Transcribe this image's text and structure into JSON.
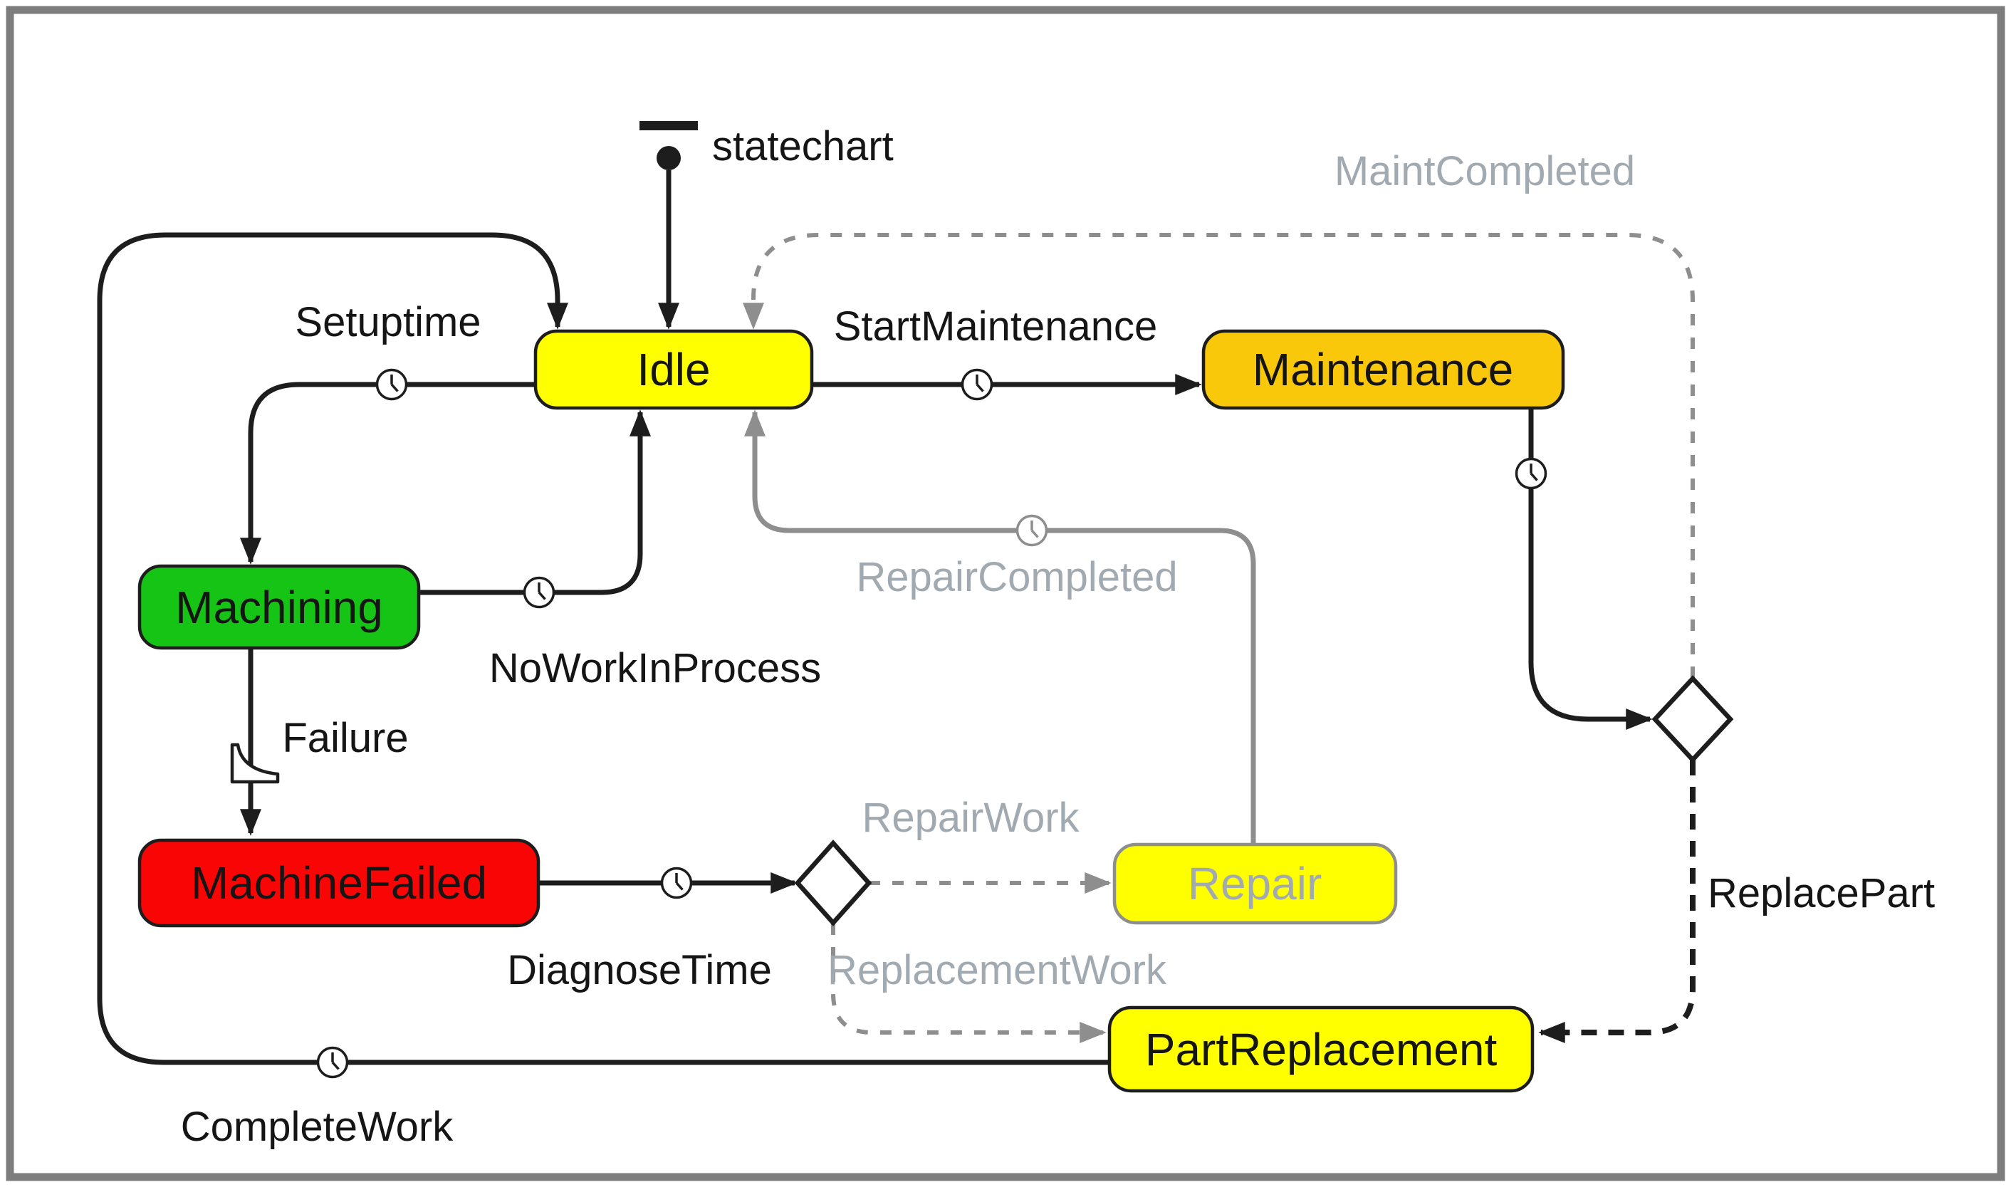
{
  "colors": {
    "ink": "#1d1d1d",
    "ink-text": "#151515",
    "gray-line": "#8e8e8e",
    "muted-text": "#a2aab1",
    "frame": "#7d7d7d",
    "yellow": "#ffff00",
    "amber": "#fac80a",
    "green": "#16c416",
    "red": "#f90505",
    "white": "#ffffff"
  },
  "statechart": {
    "entry_label": "statechart"
  },
  "states": {
    "idle": {
      "label": "Idle"
    },
    "maintenance": {
      "label": "Maintenance"
    },
    "machining": {
      "label": "Machining"
    },
    "machine_failed": {
      "label": "MachineFailed"
    },
    "repair": {
      "label": "Repair"
    },
    "part_replacement": {
      "label": "PartReplacement"
    }
  },
  "transitions": {
    "setuptime": {
      "label": "Setuptime",
      "icon": "clock-icon"
    },
    "start_maintenance": {
      "label": "StartMaintenance",
      "icon": "clock-icon"
    },
    "no_work_in_process": {
      "label": "NoWorkInProcess",
      "icon": "clock-icon"
    },
    "failure": {
      "label": "Failure",
      "icon": "rate-icon"
    },
    "diagnose_time": {
      "label": "DiagnoseTime",
      "icon": "clock-icon"
    },
    "repair_work": {
      "label": "RepairWork",
      "icon": "none"
    },
    "replacement_work": {
      "label": "ReplacementWork",
      "icon": "none"
    },
    "repair_completed": {
      "label": "RepairCompleted",
      "icon": "clock-icon"
    },
    "maint_completed": {
      "label": "MaintCompleted",
      "icon": "none"
    },
    "replace_part": {
      "label": "ReplacePart",
      "icon": "none"
    },
    "complete_work": {
      "label": "CompleteWork",
      "icon": "clock-icon"
    },
    "maintenance_to_branch": {
      "label": "",
      "icon": "clock-icon"
    }
  }
}
